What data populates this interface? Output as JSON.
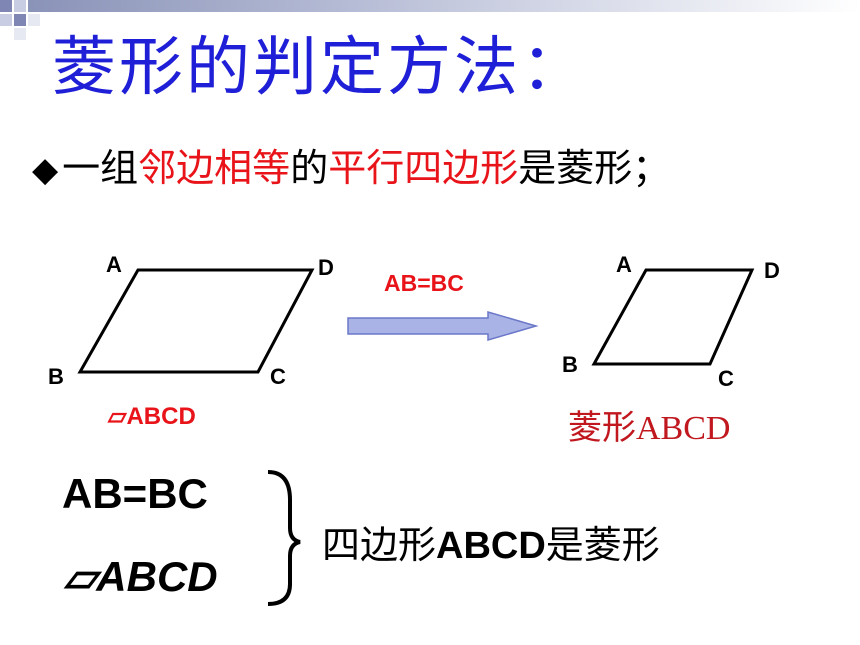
{
  "title": "菱形的判定方法：",
  "bullet": {
    "symbol": "◆",
    "parts": [
      "一组",
      "邻边相等",
      "的",
      "平行四边形",
      "是菱形；"
    ]
  },
  "figure_left": {
    "vertices": {
      "A": "A",
      "B": "B",
      "C": "C",
      "D": "D"
    },
    "caption": "▱ABCD"
  },
  "arrow": {
    "label": "AB=BC"
  },
  "figure_right": {
    "vertices": {
      "A": "A",
      "B": "B",
      "C": "C",
      "D": "D"
    },
    "caption": "菱形ABCD"
  },
  "proof": {
    "condition1": "AB=BC",
    "condition2": "▱ABCD",
    "conclusion_prefix": "四边形",
    "conclusion_name": "ABCD",
    "conclusion_suffix": "是菱形"
  },
  "colors": {
    "title": "#1f1fd8",
    "highlight": "#e8141a",
    "arrow_fill": "#a9b3e6",
    "arrow_stroke": "#6b78c8"
  }
}
